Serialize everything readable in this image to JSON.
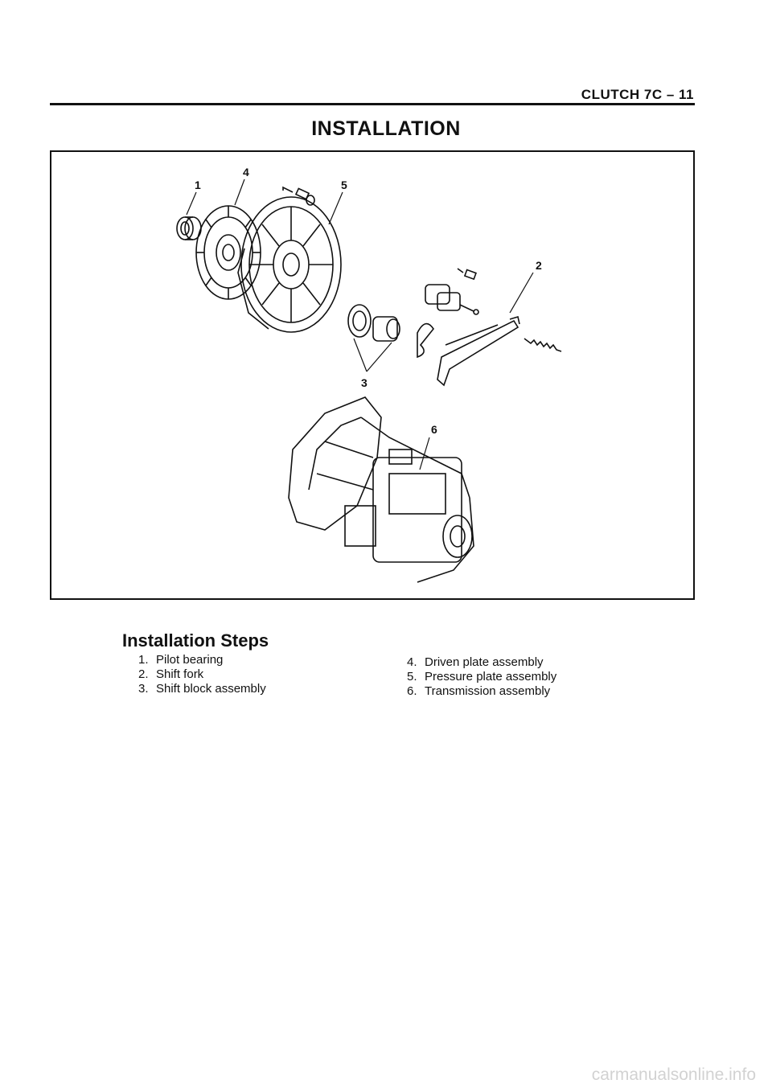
{
  "header": {
    "section": "CLUTCH 7C – 11"
  },
  "title": "INSTALLATION",
  "figure": {
    "callouts": [
      "1",
      "2",
      "3",
      "4",
      "5",
      "6"
    ]
  },
  "steps": {
    "heading": "Installation Steps",
    "items": [
      {
        "num": "1.",
        "label": "Pilot bearing"
      },
      {
        "num": "2.",
        "label": "Shift fork"
      },
      {
        "num": "3.",
        "label": "Shift block assembly"
      },
      {
        "num": "4.",
        "label": "Driven plate assembly"
      },
      {
        "num": "5.",
        "label": "Pressure plate assembly"
      },
      {
        "num": "6.",
        "label": "Transmission assembly"
      }
    ]
  },
  "watermark": "carmanualsonline.info"
}
